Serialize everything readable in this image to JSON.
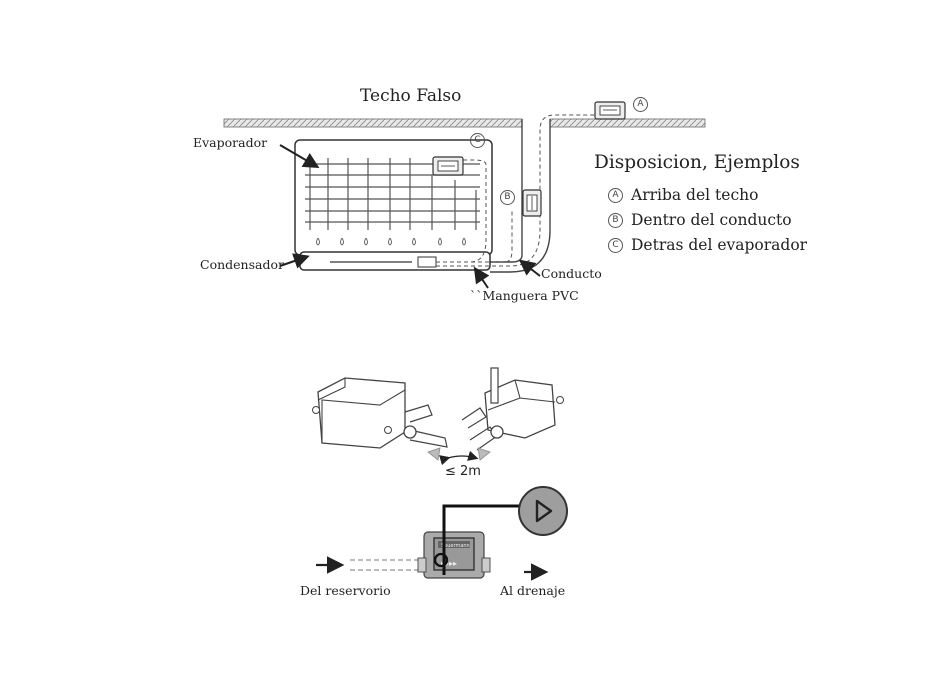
{
  "top_diagram": {
    "title": "Techo Falso",
    "label_evaporador": "Evaporador",
    "label_condensador": "Condensador",
    "label_conducto": "Conducto",
    "label_manguera": "``Manguera PVC",
    "marker_a": "A",
    "marker_b": "B",
    "marker_c": "C"
  },
  "legend": {
    "title": "Disposicion, Ejemplos",
    "items": [
      {
        "marker": "A",
        "text": "Arriba del techo"
      },
      {
        "marker": "B",
        "text": "Dentro del conducto"
      },
      {
        "marker": "C",
        "text": "Detras del evaporador"
      }
    ]
  },
  "middle_diagram": {
    "distance_label": "≤ 2m"
  },
  "bottom_diagram": {
    "label_from": "Del reservorio",
    "label_to": "Al drenaje"
  }
}
